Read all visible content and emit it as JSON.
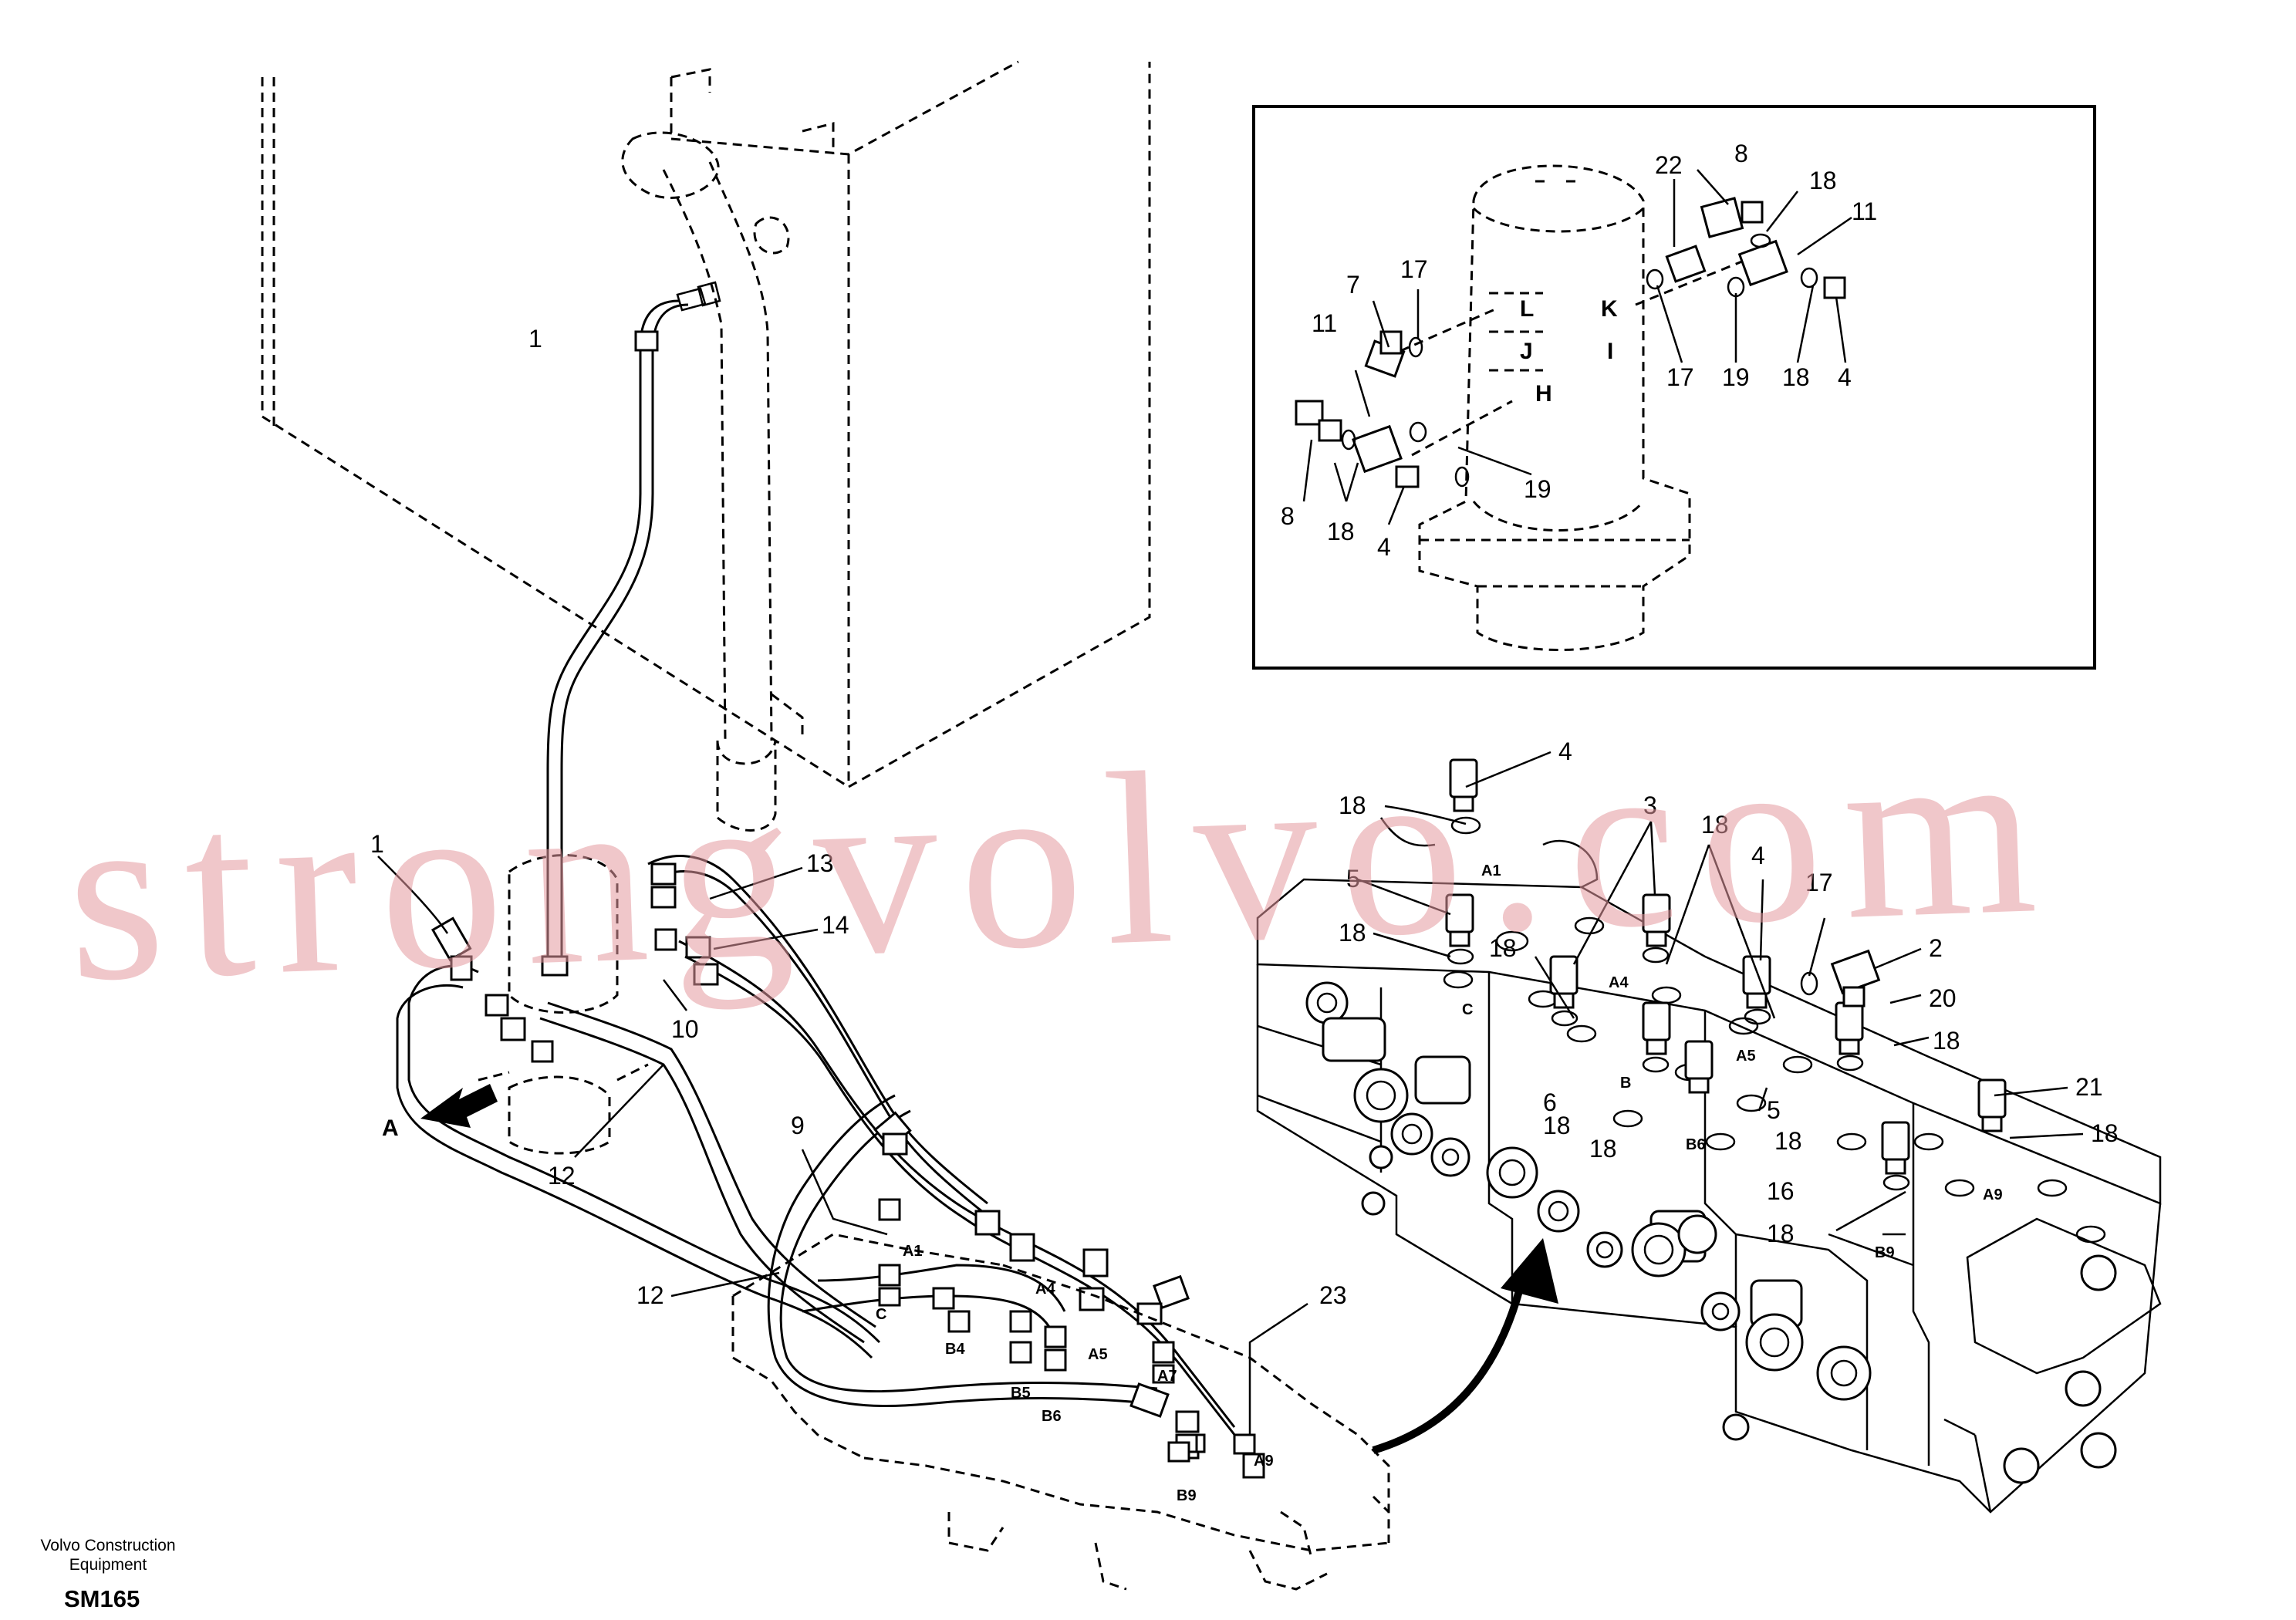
{
  "inset_labels": {
    "l22": "22",
    "l8a": "8",
    "l18a": "18",
    "l11a": "11",
    "l17a": "17",
    "l7": "7",
    "L": "L",
    "J": "J",
    "K": "K",
    "I": "I",
    "H": "H",
    "l11b": "11",
    "l8b": "8",
    "l18b": "18",
    "l4a": "4",
    "l19a": "19",
    "l17b": "17",
    "l19b": "19",
    "l18c": "18",
    "l4b": "4"
  },
  "main_labels": {
    "l1a": "1",
    "l1b": "1",
    "l13": "13",
    "l14": "14",
    "l10": "10",
    "l9": "9",
    "l12a": "12",
    "l12b": "12",
    "l23": "23",
    "A": "A"
  },
  "valve_labels": {
    "l4a": "4",
    "l18a": "18",
    "l3": "3",
    "l18b": "18",
    "l4b": "4",
    "l17": "17",
    "l2": "2",
    "l5a": "5",
    "l18c": "18",
    "l18d": "18",
    "l20": "20",
    "l18e": "18",
    "l21": "21",
    "l18f": "18",
    "l6": "6",
    "l18g": "18",
    "l5b": "5",
    "l18h": "18",
    "l18i": "18",
    "l16": "16",
    "l18j": "18"
  },
  "port_labels": {
    "A1": "A1",
    "A4": "A4",
    "A5": "A5",
    "A7": "A7",
    "A9": "A9",
    "B4": "B4",
    "B5": "B5",
    "B6": "B6",
    "B9": "B9",
    "C": "C",
    "vA1": "A1",
    "vA4": "A4",
    "vA5": "A5",
    "vB": "B",
    "vC": "C",
    "vB6": "B6",
    "vB9": "B9",
    "vA9": "A9"
  },
  "watermark": "strongvolvo.com",
  "caption": {
    "company_line1": "Volvo Construction",
    "company_line2": "Equipment",
    "code": "SM165"
  }
}
